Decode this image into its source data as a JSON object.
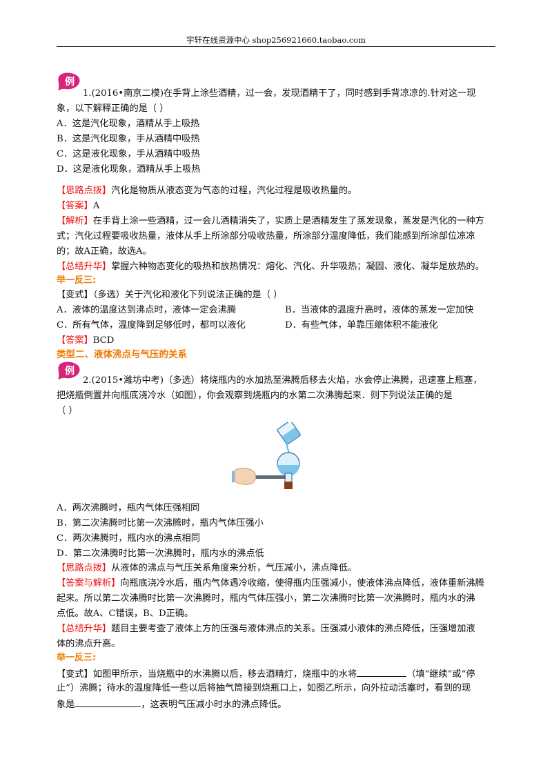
{
  "header": {
    "text": "宇轩在线资源中心   shop256921660.taobao.com"
  },
  "badge_label": "例",
  "q1": {
    "stem1": "1.(2016•南京二模)在手背上涂些酒精，过一会，发现酒精干了，同时感到手背凉凉的.针对这一现",
    "stem2": "象，以下解释正确的是（  ）",
    "options": [
      "A．这是汽化现象，酒精从手上吸热",
      "B．这是汽化现象，手从酒精中吸热",
      "C．这是液化现象，手从酒精中吸热",
      "D．这是液化现象，酒精从手上吸热"
    ],
    "tip_label": "【思路点拨】",
    "tip_text": "汽化是物质从液态变为气态的过程，汽化过程是吸收热量的。",
    "answer_label": "【答案】",
    "answer_text": "A",
    "analysis_label": "【解析】",
    "analysis1": "在手背上涂一些酒精，过一会儿酒精消失了，实质上是酒精发生了蒸发现象，蒸发是汽化的一种方",
    "analysis2": "式；汽化过程要吸收热量，液体从手上所涂部分吸收热量，所涂部分温度降低，我们能感到所涂部位凉凉",
    "analysis3": "的；故A正确，故选A。",
    "summary_label": "【总结升华】",
    "summary_text": "掌握六种物态变化的吸热和放热情况：熔化、汽化、升华吸热；凝固、液化、凝华是放热的。"
  },
  "v1": {
    "heading": "举一反三:",
    "label": "【变式】",
    "stem": "（多选）关于汽化和液化下列说法正确的是（    ）",
    "options": [
      "A．液体的温度达到沸点时，液体一定会沸腾",
      "B．当液体的温度升高时，液体的蒸发一定加快",
      "C．所有气体，温度降到足够低时，都可以液化",
      "D．有些气体，单靠压缩体积不能液化"
    ],
    "answer_label": "【答案】",
    "answer_text": "BCD"
  },
  "type2_heading": "类型二、液体沸点与气压的关系",
  "q2": {
    "stem1": "2.(2015•潍坊中考)（多选）将烧瓶内的水加热至沸腾后移去火焰，水会停止沸腾，迅速塞上瓶塞，",
    "stem2": "把烧瓶倒置并向瓶底浇冷水（如图），你会观察到烧瓶内的水第二次沸腾起来．则下列说法正确的是",
    "stem3": "（    ）",
    "options": [
      "A．两次沸腾时，瓶内气体压强相同",
      "B．第二次沸腾时比第一次沸腾时，瓶内气体压强小",
      "C．两次沸腾时，瓶内水的沸点相同",
      "D．第二次沸腾时比第一次沸腾时，瓶内水的沸点低"
    ],
    "tip_label": "【思路点拨】",
    "tip_text": "从液体的沸点与气压关系角度来分析，气压减小，沸点降低。",
    "answer_label": "【答案与解析】",
    "answer1": "向瓶底浇冷水后，瓶内气体遇冷收缩，使得瓶内压强减小，使液体沸点降低，液体重新沸腾",
    "answer2": "起来。所以第二次沸腾时比第一次沸腾时，瓶内气体压强小，第二次沸腾时比第一次沸腾时，瓶内水的沸",
    "answer3": "点低。故A、C错误，B、D正确。",
    "summary_label": "【总结升华】",
    "summary1": "题目主要考查了液体上方的压强与液体沸点的关系。压强减小液体的沸点降低，压强增加液",
    "summary2": "体的沸点升高。"
  },
  "v2": {
    "heading": "举一反三:",
    "label": "【变式】",
    "line1_a": "如图甲所示，当烧瓶中的水沸腾以后，移去酒精灯，烧瓶中的水将",
    "line1_b": "（填“继续”或“停",
    "line2": "止”）沸腾；待水的温度降低一些以后将抽气筒接到烧瓶口上，如图乙所示，向外拉动活塞时，看到的现",
    "line3_a": "象是",
    "line3_b": "，这表明气压减小时水的沸点降低。"
  }
}
